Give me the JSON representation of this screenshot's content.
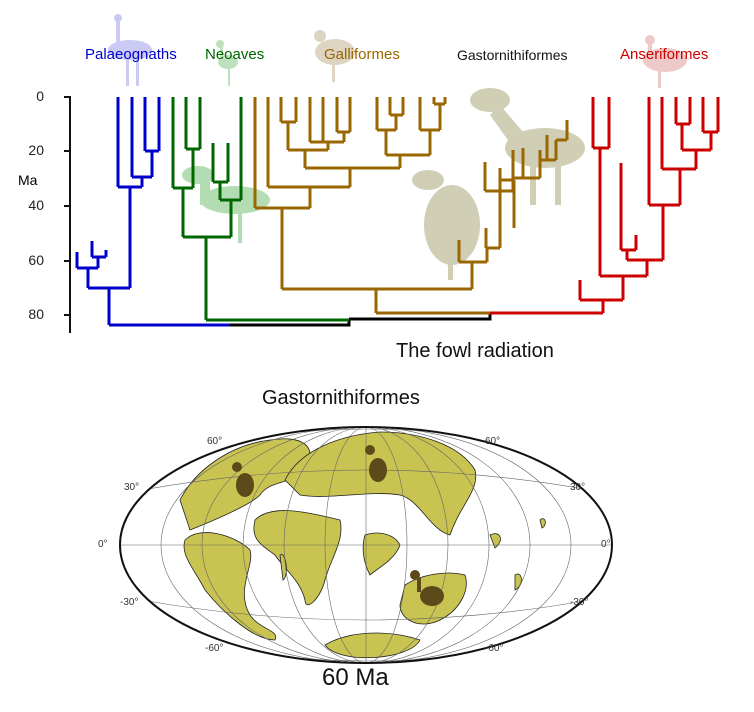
{
  "clades": [
    {
      "name": "Palaeognaths",
      "color": "#0000cc"
    },
    {
      "name": "Neoaves",
      "color": "#006600"
    },
    {
      "name": "Galliformes",
      "color": "#996600"
    },
    {
      "name": "Gastornithiformes",
      "color": "#111111"
    },
    {
      "name": "Anseriformes",
      "color": "#cc0000"
    }
  ],
  "axis": {
    "label": "Ma",
    "ticks": [
      "0",
      "20",
      "40",
      "60",
      "80"
    ]
  },
  "tree_title": "The fowl radiation",
  "map": {
    "title": "Gastornithiformes",
    "age": "60 Ma",
    "lat_labels_left": [
      "60°",
      "30°",
      "0°",
      "-30°",
      "-60°"
    ],
    "lat_labels_right": [
      "60°",
      "30°",
      "0°",
      "-30°",
      "-60°"
    ],
    "land_color": "#c9c451",
    "silhouette_color": "#5c4a1a"
  }
}
